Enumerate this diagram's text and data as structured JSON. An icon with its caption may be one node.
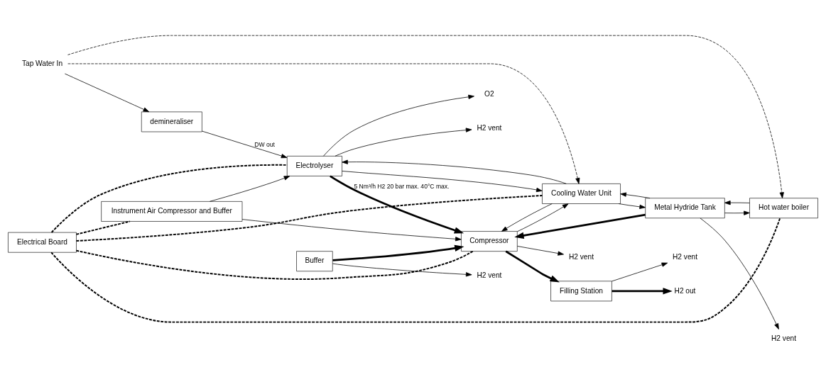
{
  "diagram": {
    "nodes": [
      {
        "text": [
          "Electrical Board"
        ]
      },
      {
        "text": [
          "Electrolyser"
        ]
      },
      {
        "text": [
          "Buffer"
        ]
      },
      {
        "text": [
          "Compressor"
        ]
      },
      {
        "text": [
          "Filling Station"
        ]
      },
      {
        "text": [
          "demineraliser"
        ]
      },
      {
        "text": [
          "Hot water boiler"
        ]
      },
      {
        "text": [
          "Metal Hydride Tank"
        ]
      },
      {
        "text": [
          "Cooling Water Unit"
        ]
      },
      {
        "text": [
          "Instrument Air Compressor and Buffer"
        ]
      },
      {
        "text": [
          "O2"
        ]
      },
      {
        "text": [
          "H2 vent"
        ]
      },
      {
        "text": [
          "H2 vent"
        ]
      },
      {
        "text": [
          "H2 vent"
        ]
      },
      {
        "text": [
          "H2 vent"
        ]
      },
      {
        "text": [
          "H2 vent"
        ]
      },
      {
        "text": [
          "H2 out"
        ]
      },
      {
        "text": [
          "Tap Water In"
        ]
      }
    ],
    "edges": [
      {
        "from": 1,
        "to": 10,
        "arrow": "to"
      },
      {
        "from": 1,
        "to": 11,
        "arrow": "to"
      },
      {
        "from": 1,
        "to": 3,
        "arrow": "to",
        "style": "thick",
        "label": "5 Nm³/h H2 20 bar max. 40°C max."
      },
      {
        "from": 2,
        "to": 3,
        "arrow": "to",
        "style": "thick"
      },
      {
        "from": 7,
        "to": 3,
        "arrow": "to",
        "style": "thick"
      },
      {
        "from": 2,
        "to": 12,
        "arrow": "to"
      },
      {
        "from": 7,
        "to": 13,
        "arrow": "to"
      },
      {
        "from": 3,
        "to": 14,
        "arrow": "to"
      },
      {
        "from": 3,
        "to": 4,
        "arrow": "to",
        "style": "thick"
      },
      {
        "from": 4,
        "to": 15,
        "arrow": "to"
      },
      {
        "from": 4,
        "to": 16,
        "arrow": "to",
        "style": "thick"
      },
      {
        "from": 17,
        "to": 5,
        "arrow": "to"
      },
      {
        "from": 5,
        "to": 1,
        "arrow": "to",
        "label": "DW out"
      },
      {
        "from": 17,
        "to": 6,
        "arrow": "to",
        "style": "dashed"
      },
      {
        "from": 17,
        "to": 8,
        "arrow": "to",
        "style": "dashed"
      },
      {
        "from": 1,
        "to": 8,
        "arrow": "to"
      },
      {
        "from": 8,
        "to": 1,
        "arrow": "to"
      },
      {
        "from": 6,
        "to": 7,
        "arrow": "to"
      },
      {
        "from": 7,
        "to": 6,
        "arrow": "to"
      },
      {
        "from": 8,
        "to": 7,
        "arrow": "to"
      },
      {
        "from": 7,
        "to": 8,
        "arrow": "to"
      },
      {
        "from": 8,
        "to": 3,
        "arrow": "to"
      },
      {
        "from": 3,
        "to": 8,
        "arrow": "to"
      },
      {
        "from": 9,
        "to": 3,
        "arrow": "to"
      },
      {
        "from": 9,
        "to": 1,
        "arrow": "to"
      },
      {
        "from": 0,
        "to": 1,
        "arrow": "none",
        "style": "dashed"
      },
      {
        "from": 0,
        "to": 8,
        "arrow": "none",
        "style": "dashed"
      },
      {
        "from": 0,
        "to": 6,
        "arrow": "none",
        "style": "dashed"
      },
      {
        "from": 0,
        "to": 3,
        "arrow": "none",
        "style": "dashed"
      },
      {
        "from": 0,
        "to": 9,
        "arrow": "none",
        "style": "dashed"
      }
    ]
  }
}
